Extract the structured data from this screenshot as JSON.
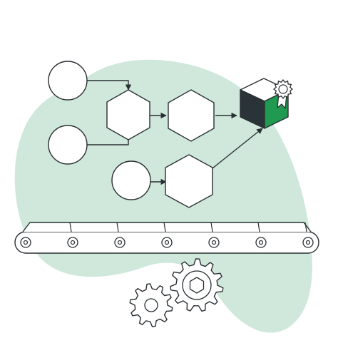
{
  "colors": {
    "background": "#ffffff",
    "blob": "#cfe8db",
    "stroke": "#2a2f33",
    "shape_fill": "#ffffff",
    "box_dark": "#2a3338",
    "box_green": "#1f9a50",
    "box_top": "#ffffff"
  },
  "diagram": {
    "inputs": [
      {
        "shape": "circle",
        "name": "input-a"
      },
      {
        "shape": "circle",
        "name": "input-b"
      },
      {
        "shape": "circle",
        "name": "input-c"
      }
    ],
    "steps": [
      {
        "shape": "hexagon",
        "name": "merge-step"
      },
      {
        "shape": "hexagon",
        "name": "process-step"
      },
      {
        "shape": "hexagon",
        "name": "side-step"
      }
    ],
    "output": {
      "shape": "cube",
      "badge": "award-ribbon-icon"
    },
    "conveyor": {
      "rollers": 7
    },
    "gears": {
      "count": 2
    }
  }
}
